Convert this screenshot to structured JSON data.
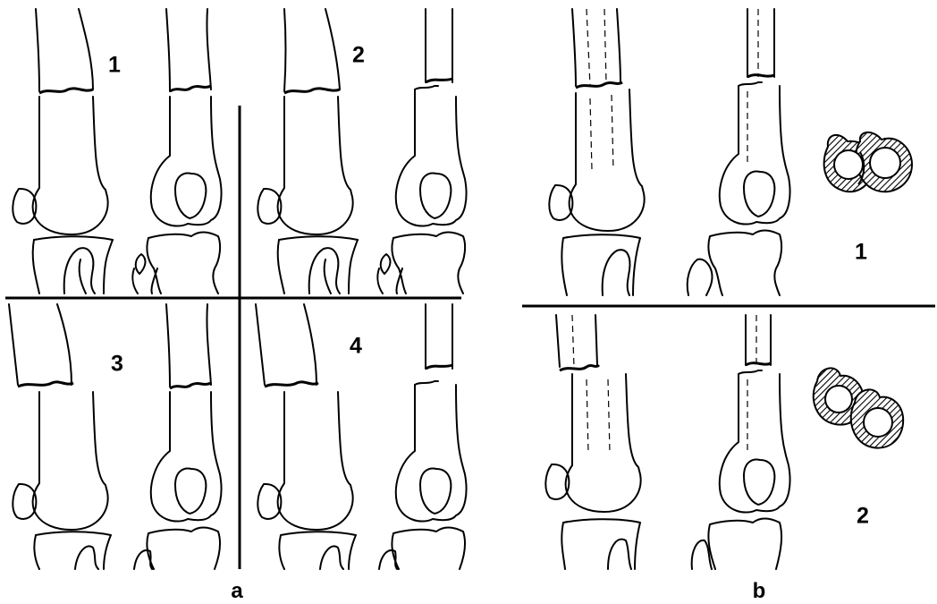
{
  "panel_a": {
    "caption": "a",
    "sub_labels": [
      "1",
      "2",
      "3",
      "4"
    ]
  },
  "panel_b": {
    "caption": "b",
    "sub_labels": [
      "1",
      "2"
    ]
  },
  "colors": {
    "line": "#000000",
    "background": "#ffffff",
    "hatch": "#000000"
  }
}
